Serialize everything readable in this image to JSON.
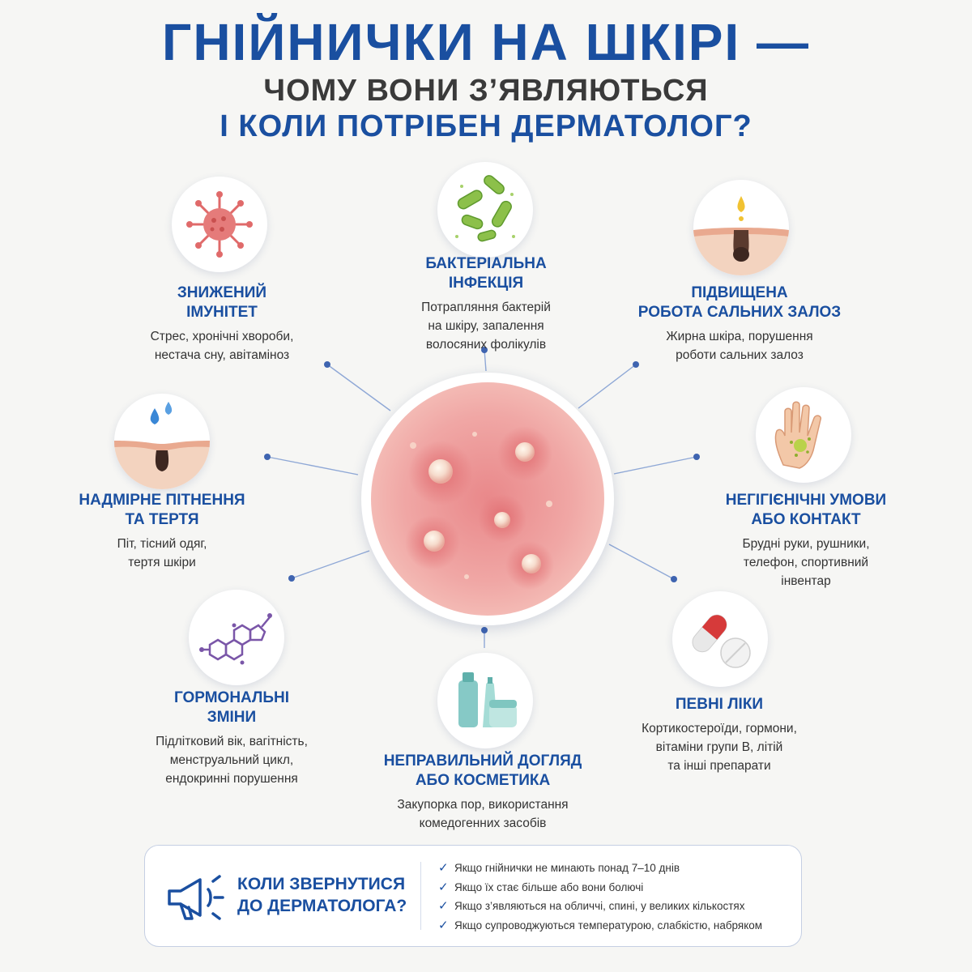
{
  "title": {
    "line1": "ГНІЙНИЧКИ НА ШКІРІ —",
    "line2": "ЧОМУ ВОНИ З’ЯВЛЯЮТЬСЯ",
    "line3": "І КОЛИ ПОТРІБЕН ДЕРМАТОЛОГ?"
  },
  "colors": {
    "accent": "#1a4fa0",
    "text": "#333333",
    "connector": "#8fa8d6",
    "background": "#f6f6f4"
  },
  "causes": [
    {
      "icon": "virus-icon",
      "title": "ЗНИЖЕНИЙ\nІМУНІТЕТ",
      "desc": "Стрес, хронічні хвороби,\nнестача сну, авітаміноз"
    },
    {
      "icon": "bacteria-icon",
      "title": "БАКТЕРІАЛЬНА\nІНФЕКЦІЯ",
      "desc": "Потрапляння бактерій\nна шкіру, запалення\nволосяних фолікулів"
    },
    {
      "icon": "sebaceous-gland-icon",
      "title": "ПІДВИЩЕНА\nРОБОТА САЛЬНИХ ЗАЛОЗ",
      "desc": "Жирна шкіра, порушення\nроботи сальних залоз"
    },
    {
      "icon": "sweat-drops-icon",
      "title": "НАДМІРНЕ ПІТНЕННЯ\nТА ТЕРТЯ",
      "desc": "Піт, тісний одяг,\nтертя шкіри"
    },
    {
      "icon": "dirty-hand-icon",
      "title": "НЕГІГІЄНІЧНІ УМОВИ\nАБО КОНТАКТ",
      "desc": "Брудні руки, рушники,\nтелефон, спортивний\nінвентар"
    },
    {
      "icon": "hormone-molecule-icon",
      "title": "ГОРМОНАЛЬНІ\nЗМІНИ",
      "desc": "Підлітковий вік, вагітність,\nменструальний цикл,\nендокринні порушення"
    },
    {
      "icon": "cosmetics-icon",
      "title": "НЕПРАВИЛЬНИЙ ДОГЛЯД\nАБО КОСМЕТИКА",
      "desc": "Закупорка пор, використання\nкомедогенних засобів"
    },
    {
      "icon": "pills-icon",
      "title": "ПЕВНІ ЛІКИ",
      "desc": "Кортикостероїди, гормони,\nвітаміни групи B, літій\nта інші препарати"
    }
  ],
  "center_image": {
    "icon": "pustules-skin-icon"
  },
  "doctor_box": {
    "icon": "megaphone-icon",
    "title": "КОЛИ ЗВЕРНУТИСЯ\nДО ДЕРМАТОЛОГА?",
    "criteria": [
      "Якщо гнійнички не минають понад 7–10 днів",
      "Якщо їх стає більше або вони болючі",
      "Якщо з’являються на обличчі, спині, у великих кількостях",
      "Якщо супроводжуються температурою, слабкістю, набряком"
    ]
  }
}
